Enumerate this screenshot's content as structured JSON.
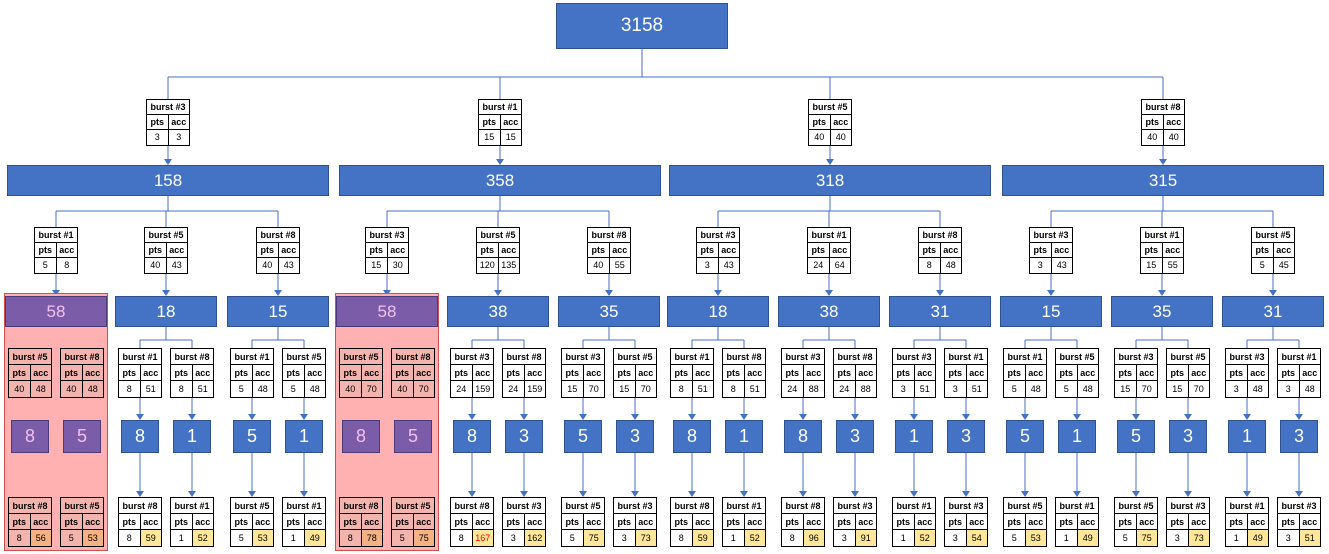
{
  "colors": {
    "node_fill": "#4472c4",
    "node_border": "#2f528f",
    "pruned_node_fill": "#7b5ca8",
    "pruned_region_fill": "#ffb0b0",
    "leaf_score_highlight": "#ffe699",
    "connector": "#4472c4"
  },
  "labels": {
    "pts": "pts",
    "acc": "acc"
  },
  "tree": {
    "value": "3158",
    "children": [
      {
        "edge": {
          "burst": "burst #3",
          "pts": "3",
          "acc": "3"
        },
        "value": "158",
        "children": [
          {
            "edge": {
              "burst": "burst #1",
              "pts": "5",
              "acc": "8"
            },
            "value": "58",
            "pruned": true,
            "children": [
              {
                "edge": {
                  "burst": "burst #5",
                  "pts": "40",
                  "acc": "48"
                },
                "value": "8",
                "leaf": {
                  "burst": "burst #8",
                  "pts": "8",
                  "acc": "56"
                }
              },
              {
                "edge": {
                  "burst": "burst #8",
                  "pts": "40",
                  "acc": "48"
                },
                "value": "5",
                "leaf": {
                  "burst": "burst #5",
                  "pts": "5",
                  "acc": "53"
                }
              }
            ]
          },
          {
            "edge": {
              "burst": "burst #5",
              "pts": "40",
              "acc": "43"
            },
            "value": "18",
            "children": [
              {
                "edge": {
                  "burst": "burst #1",
                  "pts": "8",
                  "acc": "51"
                },
                "value": "8",
                "leaf": {
                  "burst": "burst #8",
                  "pts": "8",
                  "acc": "59"
                }
              },
              {
                "edge": {
                  "burst": "burst #8",
                  "pts": "8",
                  "acc": "51"
                },
                "value": "1",
                "leaf": {
                  "burst": "burst #1",
                  "pts": "1",
                  "acc": "52"
                }
              }
            ]
          },
          {
            "edge": {
              "burst": "burst #8",
              "pts": "40",
              "acc": "43"
            },
            "value": "15",
            "children": [
              {
                "edge": {
                  "burst": "burst #1",
                  "pts": "5",
                  "acc": "48"
                },
                "value": "5",
                "leaf": {
                  "burst": "burst #5",
                  "pts": "5",
                  "acc": "53"
                }
              },
              {
                "edge": {
                  "burst": "burst #5",
                  "pts": "5",
                  "acc": "48"
                },
                "value": "1",
                "leaf": {
                  "burst": "burst #1",
                  "pts": "1",
                  "acc": "49"
                }
              }
            ]
          }
        ]
      },
      {
        "edge": {
          "burst": "burst #1",
          "pts": "15",
          "acc": "15"
        },
        "value": "358",
        "children": [
          {
            "edge": {
              "burst": "burst #3",
              "pts": "15",
              "acc": "30"
            },
            "value": "58",
            "pruned": true,
            "children": [
              {
                "edge": {
                  "burst": "burst #5",
                  "pts": "40",
                  "acc": "70"
                },
                "value": "8",
                "leaf": {
                  "burst": "burst #8",
                  "pts": "8",
                  "acc": "78"
                }
              },
              {
                "edge": {
                  "burst": "burst #8",
                  "pts": "40",
                  "acc": "70"
                },
                "value": "5",
                "leaf": {
                  "burst": "burst #5",
                  "pts": "5",
                  "acc": "75"
                }
              }
            ]
          },
          {
            "edge": {
              "burst": "burst #5",
              "pts": "120",
              "acc": "135"
            },
            "value": "38",
            "children": [
              {
                "edge": {
                  "burst": "burst #3",
                  "pts": "24",
                  "acc": "159"
                },
                "value": "8",
                "leaf": {
                  "burst": "burst #8",
                  "pts": "8",
                  "acc": "167"
                }
              },
              {
                "edge": {
                  "burst": "burst #8",
                  "pts": "24",
                  "acc": "159"
                },
                "value": "3",
                "leaf": {
                  "burst": "burst #3",
                  "pts": "3",
                  "acc": "162"
                }
              }
            ]
          },
          {
            "edge": {
              "burst": "burst #8",
              "pts": "40",
              "acc": "55"
            },
            "value": "35",
            "children": [
              {
                "edge": {
                  "burst": "burst #3",
                  "pts": "15",
                  "acc": "70"
                },
                "value": "5",
                "leaf": {
                  "burst": "burst #5",
                  "pts": "5",
                  "acc": "75"
                }
              },
              {
                "edge": {
                  "burst": "burst #5",
                  "pts": "15",
                  "acc": "70"
                },
                "value": "3",
                "leaf": {
                  "burst": "burst #3",
                  "pts": "3",
                  "acc": "73"
                }
              }
            ]
          }
        ]
      },
      {
        "edge": {
          "burst": "burst #5",
          "pts": "40",
          "acc": "40"
        },
        "value": "318",
        "children": [
          {
            "edge": {
              "burst": "burst #3",
              "pts": "3",
              "acc": "43"
            },
            "value": "18",
            "children": [
              {
                "edge": {
                  "burst": "burst #1",
                  "pts": "8",
                  "acc": "51"
                },
                "value": "8",
                "leaf": {
                  "burst": "burst #8",
                  "pts": "8",
                  "acc": "59"
                }
              },
              {
                "edge": {
                  "burst": "burst #8",
                  "pts": "8",
                  "acc": "51"
                },
                "value": "1",
                "leaf": {
                  "burst": "burst #1",
                  "pts": "1",
                  "acc": "52"
                }
              }
            ]
          },
          {
            "edge": {
              "burst": "burst #1",
              "pts": "24",
              "acc": "64"
            },
            "value": "38",
            "children": [
              {
                "edge": {
                  "burst": "burst #3",
                  "pts": "24",
                  "acc": "88"
                },
                "value": "8",
                "leaf": {
                  "burst": "burst #8",
                  "pts": "8",
                  "acc": "96"
                }
              },
              {
                "edge": {
                  "burst": "burst #8",
                  "pts": "24",
                  "acc": "88"
                },
                "value": "3",
                "leaf": {
                  "burst": "burst #3",
                  "pts": "3",
                  "acc": "91"
                }
              }
            ]
          },
          {
            "edge": {
              "burst": "burst #8",
              "pts": "8",
              "acc": "48"
            },
            "value": "31",
            "children": [
              {
                "edge": {
                  "burst": "burst #3",
                  "pts": "3",
                  "acc": "51"
                },
                "value": "1",
                "leaf": {
                  "burst": "burst #1",
                  "pts": "1",
                  "acc": "52"
                }
              },
              {
                "edge": {
                  "burst": "burst #1",
                  "pts": "3",
                  "acc": "51"
                },
                "value": "3",
                "leaf": {
                  "burst": "burst #3",
                  "pts": "3",
                  "acc": "54"
                }
              }
            ]
          }
        ]
      },
      {
        "edge": {
          "burst": "burst #8",
          "pts": "40",
          "acc": "40"
        },
        "value": "315",
        "children": [
          {
            "edge": {
              "burst": "burst #3",
              "pts": "3",
              "acc": "43"
            },
            "value": "15",
            "children": [
              {
                "edge": {
                  "burst": "burst #1",
                  "pts": "5",
                  "acc": "48"
                },
                "value": "5",
                "leaf": {
                  "burst": "burst #5",
                  "pts": "5",
                  "acc": "53"
                }
              },
              {
                "edge": {
                  "burst": "burst #5",
                  "pts": "5",
                  "acc": "48"
                },
                "value": "1",
                "leaf": {
                  "burst": "burst #1",
                  "pts": "1",
                  "acc": "49"
                }
              }
            ]
          },
          {
            "edge": {
              "burst": "burst #1",
              "pts": "15",
              "acc": "55"
            },
            "value": "35",
            "children": [
              {
                "edge": {
                  "burst": "burst #3",
                  "pts": "15",
                  "acc": "70"
                },
                "value": "5",
                "leaf": {
                  "burst": "burst #5",
                  "pts": "5",
                  "acc": "75"
                }
              },
              {
                "edge": {
                  "burst": "burst #5",
                  "pts": "15",
                  "acc": "70"
                },
                "value": "3",
                "leaf": {
                  "burst": "burst #3",
                  "pts": "3",
                  "acc": "73"
                }
              }
            ]
          },
          {
            "edge": {
              "burst": "burst #5",
              "pts": "5",
              "acc": "45"
            },
            "value": "31",
            "children": [
              {
                "edge": {
                  "burst": "burst #3",
                  "pts": "3",
                  "acc": "48"
                },
                "value": "1",
                "leaf": {
                  "burst": "burst #1",
                  "pts": "1",
                  "acc": "49"
                }
              },
              {
                "edge": {
                  "burst": "burst #1",
                  "pts": "3",
                  "acc": "48"
                },
                "value": "3",
                "leaf": {
                  "burst": "burst #3",
                  "pts": "3",
                  "acc": "51"
                }
              }
            ]
          }
        ]
      }
    ]
  }
}
